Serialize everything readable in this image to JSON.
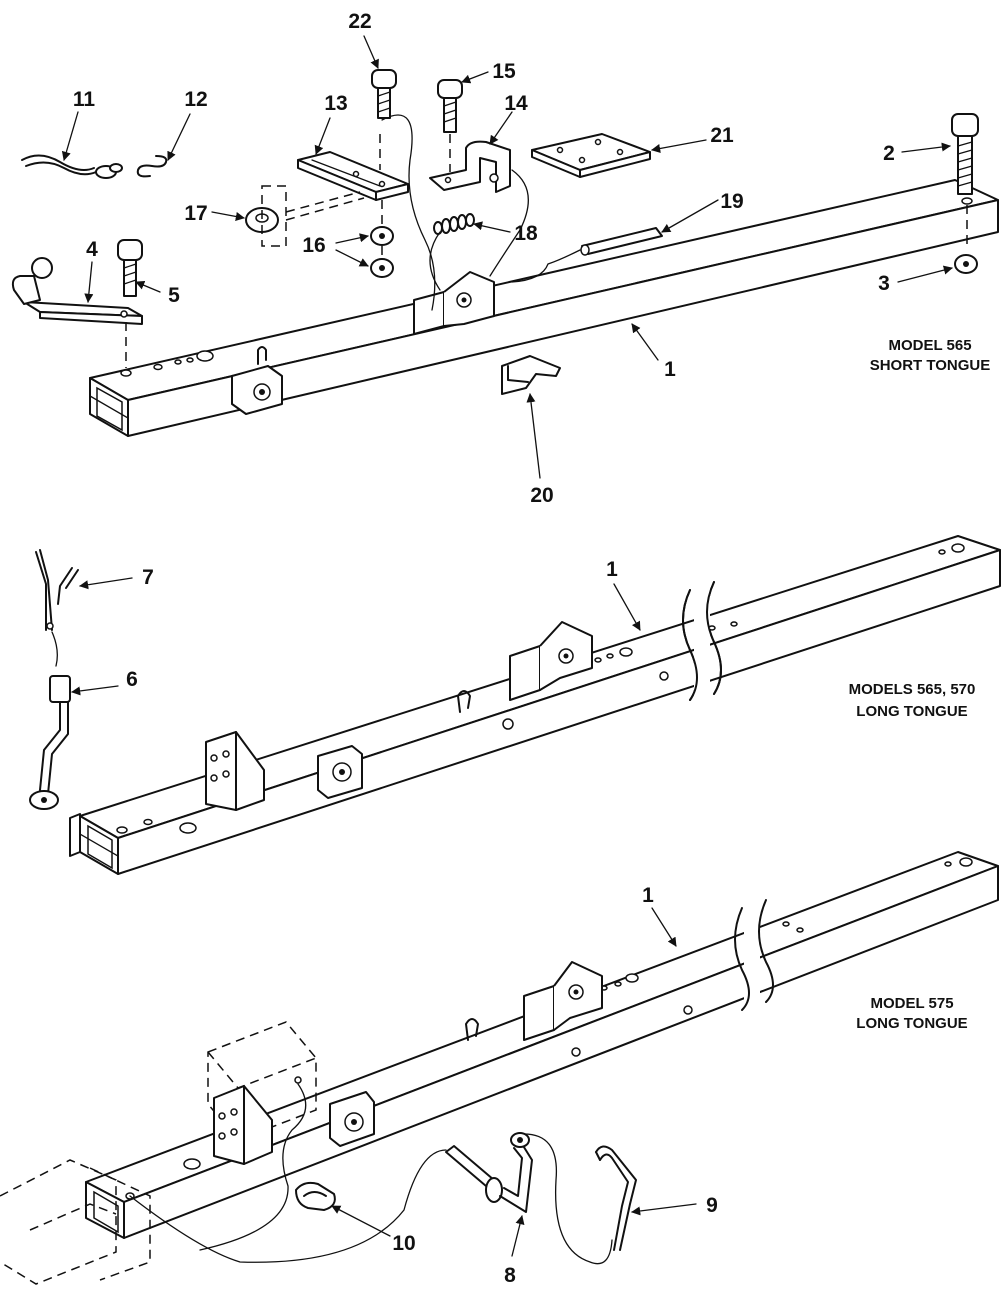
{
  "captions": {
    "short_tongue_line1": "MODEL 565",
    "short_tongue_line2": "SHORT TONGUE",
    "long_565_570_line1": "MODELS 565, 570",
    "long_565_570_line2": "LONG TONGUE",
    "long_575_line1": "MODEL 575",
    "long_575_line2": "LONG TONGUE"
  },
  "callouts": {
    "c1a": "1",
    "c1b": "1",
    "c1c": "1",
    "c2": "2",
    "c3": "3",
    "c4": "4",
    "c5": "5",
    "c6": "6",
    "c7": "7",
    "c8": "8",
    "c9": "9",
    "c10": "10",
    "c11": "11",
    "c12": "12",
    "c13": "13",
    "c14": "14",
    "c15": "15",
    "c16": "16",
    "c17": "17",
    "c18": "18",
    "c19": "19",
    "c20": "20",
    "c21": "21",
    "c22": "22"
  }
}
